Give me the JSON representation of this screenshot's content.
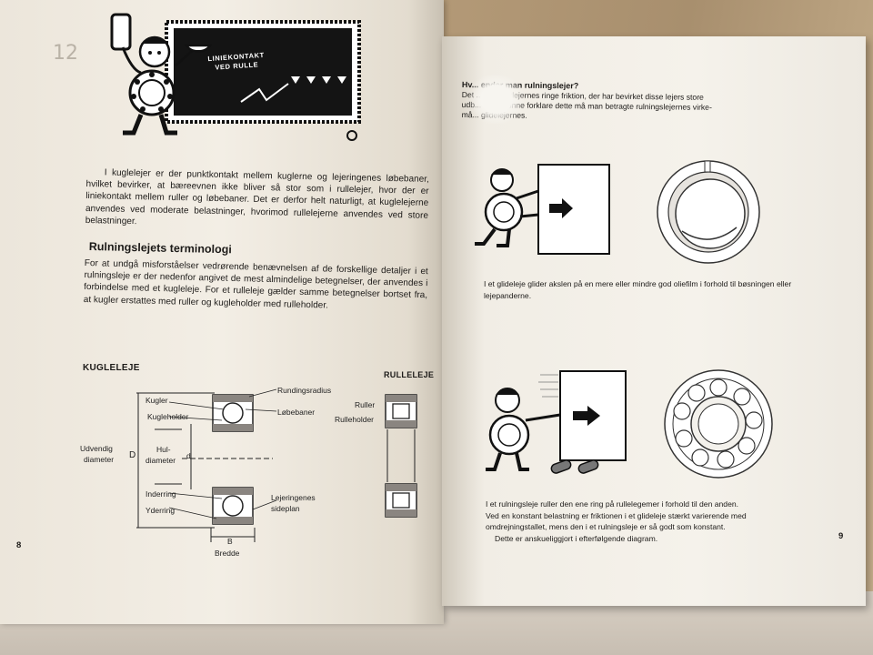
{
  "left_page": {
    "pencil_mark": "12",
    "chalkboard_text": "LINIEKONTAKT VED RULLE",
    "paragraph_1": "I kuglelejer er der punktkontakt mellem kuglerne og lejeringenes løbebaner, hvilket bevirker, at bæreevnen ikke bliver så stor som i rullelejer, hvor der er liniekontakt mellem ruller og løbebaner. Det er derfor helt naturligt, at kuglelejerne anvendes ved moderate belastninger, hvorimod rullelejerne anvendes ved store belastninger.",
    "section_heading": "Rulningslejets terminologi",
    "paragraph_2": "For at undgå misforståelser vedrørende benævnelsen af de forskellige detaljer i et rulningsleje er der nedenfor angivet de mest almindelige betegnelser, der anvendes i forbindelse med et kugleleje. For et rulleleje gælder samme betegnelser bortset fra, at kugler erstattes med ruller og kugleholder med rulleholder.",
    "diagram": {
      "kugleleje_caption": "KUGLELEJE",
      "rulleleje_caption": "RULLELEJE",
      "labels": {
        "kugler": "Kugler",
        "kugleholder": "Kugleholder",
        "rundingsradius": "Rundingsradius",
        "lobebaner": "Løbebaner",
        "udvendig": "Udvendig",
        "diameter": "diameter",
        "D": "D",
        "hul": "Hul-",
        "hul_diameter": "diameter",
        "d": "d",
        "inderring": "Inderring",
        "yderring": "Yderring",
        "sideplan_1": "Lejeringenes",
        "sideplan_2": "sideplan",
        "B": "B",
        "bredde": "Bredde",
        "ruller": "Ruller",
        "rulleholder": "Rulleholder"
      }
    },
    "page_number": "8"
  },
  "right_page": {
    "heading_visible": "Hv... ender man rulningslejer?",
    "intro_line_1": "Det ... rulningslejernes ringe friktion, der har bevirket disse lejers store",
    "intro_line_2": "udb... for at kunne forklare dette må man betragte rulningslejernes virke-",
    "intro_line_3": "må... glidelejernes.",
    "caption_1": "I et glideleje glider akslen på en mere eller mindre god oliefilm i forhold til bøsningen eller lejepanderne.",
    "caption_2": [
      "I et rulningsleje ruller den ene ring på rullelegemer i forhold til den anden.",
      "Ved en konstant belastning er friktionen i et glideleje stærkt varierende med",
      "omdrejningstallet, mens den i et rulningsleje er så godt som konstant.",
      "Dette er anskueliggjort i efterfølgende diagram."
    ],
    "page_number": "9"
  },
  "colors": {
    "paper": "#f3eee5",
    "ink": "#1c1a18",
    "table": "#b59b78"
  }
}
